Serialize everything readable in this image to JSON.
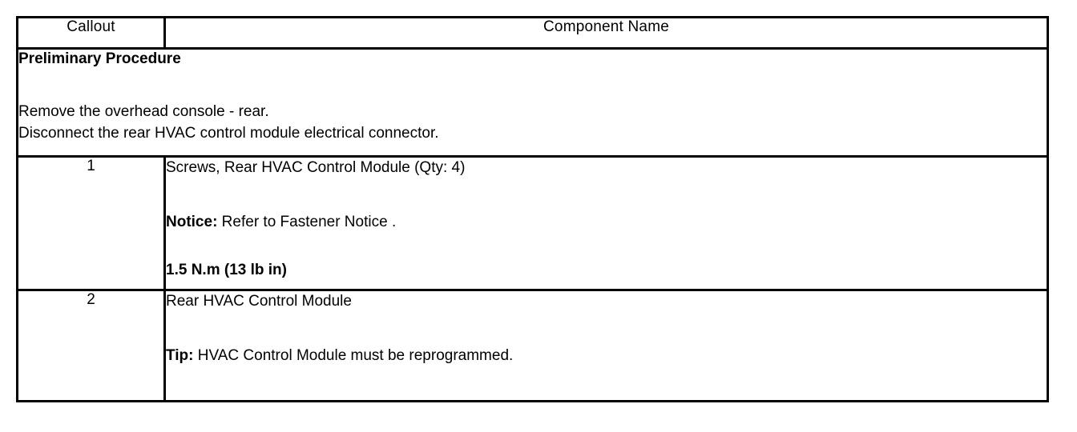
{
  "document": {
    "type": "service-procedure-table",
    "background_color": "#ffffff",
    "text_color": "#000000",
    "border_color": "#000000"
  },
  "table": {
    "columns": [
      {
        "key": "callout",
        "header": "Callout"
      },
      {
        "key": "component_name",
        "header": "Component Name"
      }
    ],
    "preliminary": {
      "title": "Preliminary Procedure",
      "steps": [
        "Remove the overhead console - rear.",
        "Disconnect the rear HVAC control module electrical connector."
      ]
    },
    "rows": [
      {
        "callout": "1",
        "name": "Screws, Rear HVAC Control Module (Qty: 4)",
        "notice_label": "Notice:",
        "notice_text": " Refer to Fastener Notice .",
        "torque": "1.5 N.m (13 lb in)"
      },
      {
        "callout": "2",
        "name": "Rear HVAC Control Module",
        "tip_label": "Tip:",
        "tip_text": " HVAC Control Module must be reprogrammed."
      }
    ]
  }
}
